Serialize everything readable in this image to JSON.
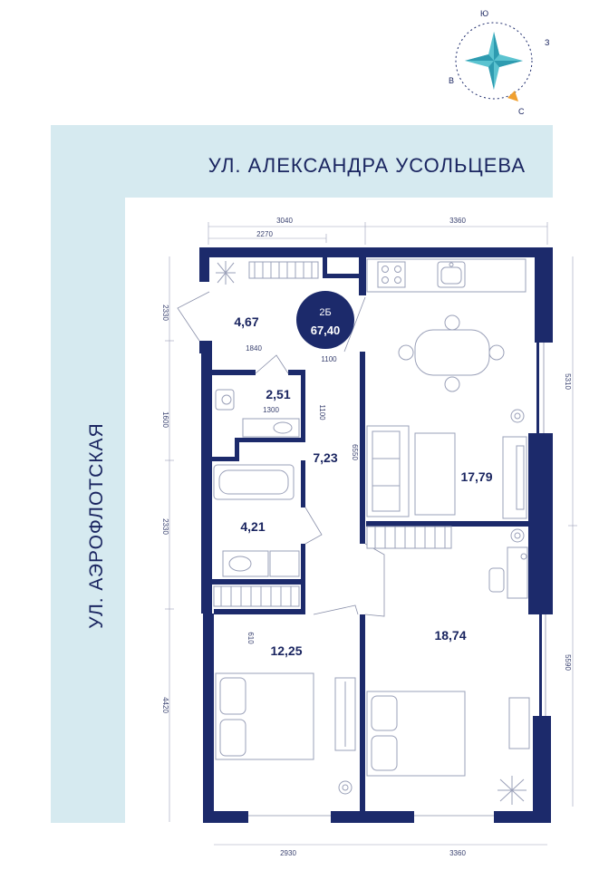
{
  "streets": {
    "top": "УЛ. АЛЕКСАНДРА УСОЛЬЦЕВА",
    "left": "УЛ. АЭРОФЛОТСКАЯ"
  },
  "apartment": {
    "type": "2Б",
    "total_area": "67,40"
  },
  "rooms": {
    "hall": "4,67",
    "toilet": "2,51",
    "corridor": "7,23",
    "bath": "4,21",
    "bedroom_small": "12,25",
    "kitchen_living": "17,79",
    "bedroom_big": "18,74"
  },
  "dimensions": {
    "top_left": "3040",
    "top_left_inner": "2270",
    "top_right": "3360",
    "hall_width": "1840",
    "toilet_width": "1300",
    "door_1100a": "1100",
    "door_1100b": "1100",
    "corridor_len": "6550",
    "left_2330a": "2330",
    "left_1600": "1600",
    "left_2330b": "2330",
    "left_4420": "4420",
    "inner_610": "610",
    "right_5310": "5310",
    "right_5590": "5590",
    "bottom_left": "2930",
    "bottom_right": "3360"
  },
  "compass": {
    "south_top": "Ю",
    "east": "З",
    "west": "В",
    "north_bottom": "С"
  },
  "colors": {
    "wall": "#1c2a6b",
    "street_bg": "#d6eaf0",
    "compass_star": "#5bc3d0",
    "compass_marker": "#f0a030"
  }
}
